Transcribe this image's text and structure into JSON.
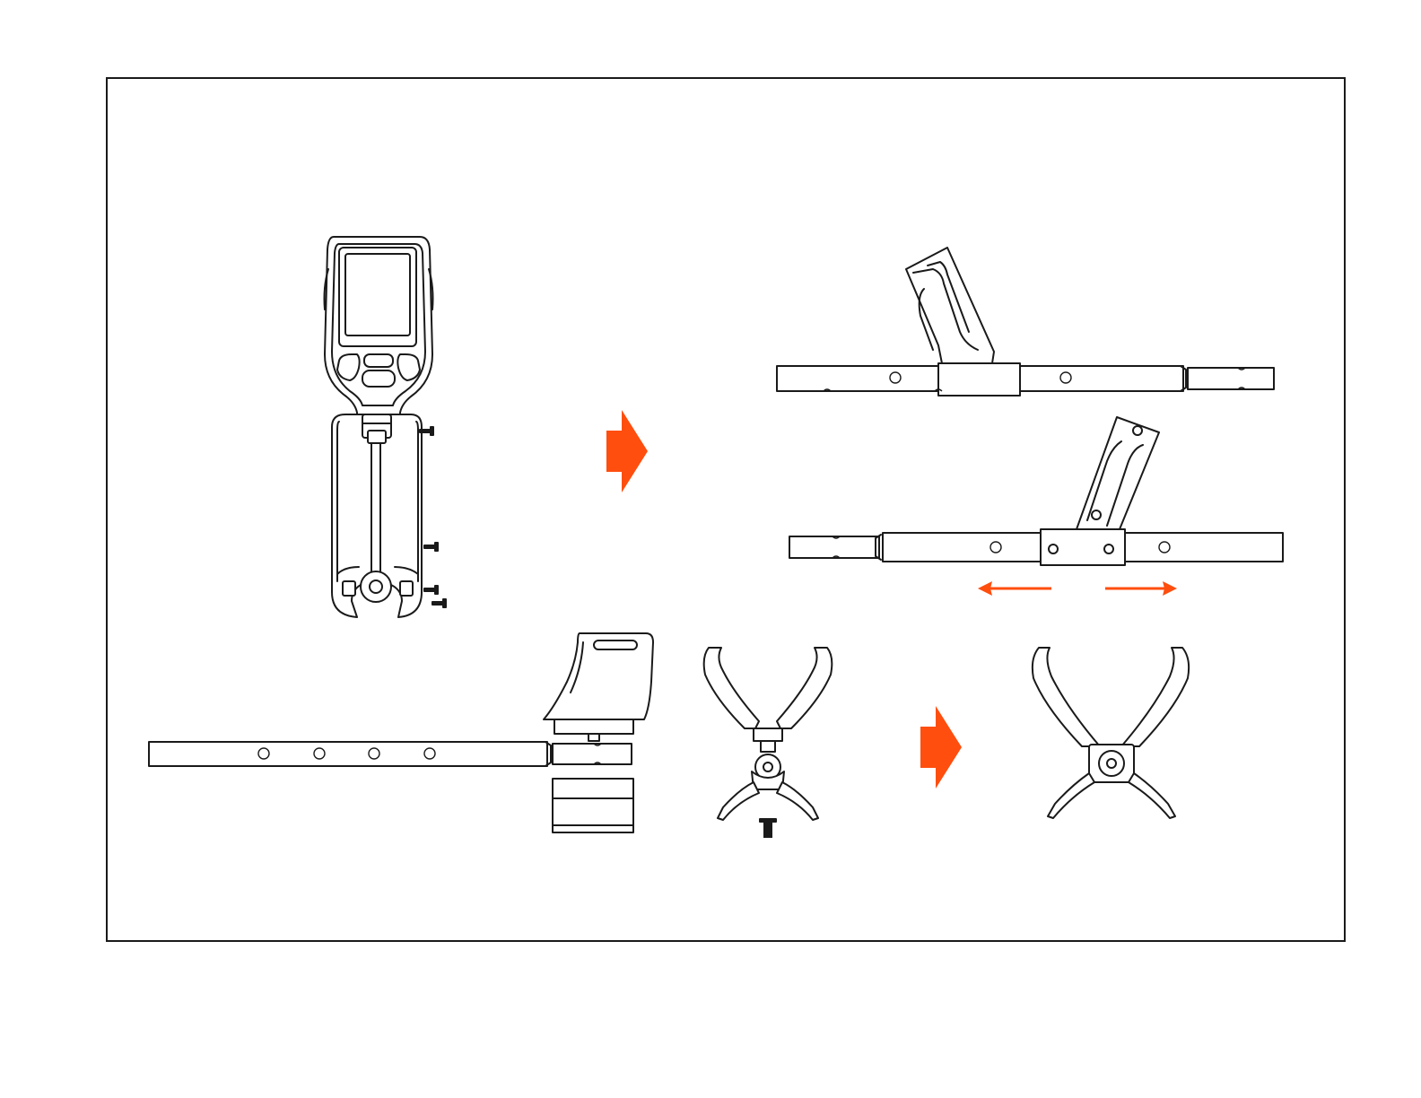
{
  "colors": {
    "accent": "#ff4e0e",
    "line": "#1a1a1a",
    "background": "#ffffff"
  },
  "figure": {
    "panel": "assembly-instruction-panel",
    "steps": [
      {
        "step": "handle-to-shaft",
        "parts": [
          "control-unit-handle",
          "screw",
          "screw",
          "screw",
          "screw",
          "upper-shaft"
        ]
      },
      {
        "step": "extend-shaft",
        "parts": [
          "upper-shaft",
          "lower-shaft",
          "extend-arrows"
        ]
      },
      {
        "step": "attach-coil-bracket",
        "parts": [
          "lower-rod",
          "armrest-cup",
          "rod-clamp",
          "coil-yoke",
          "bracket-screw"
        ]
      }
    ],
    "icons": [
      "next-step-arrow-icon",
      "next-step-arrow-icon",
      "extend-left-arrow-icon",
      "extend-right-arrow-icon",
      "screw-icon"
    ]
  }
}
